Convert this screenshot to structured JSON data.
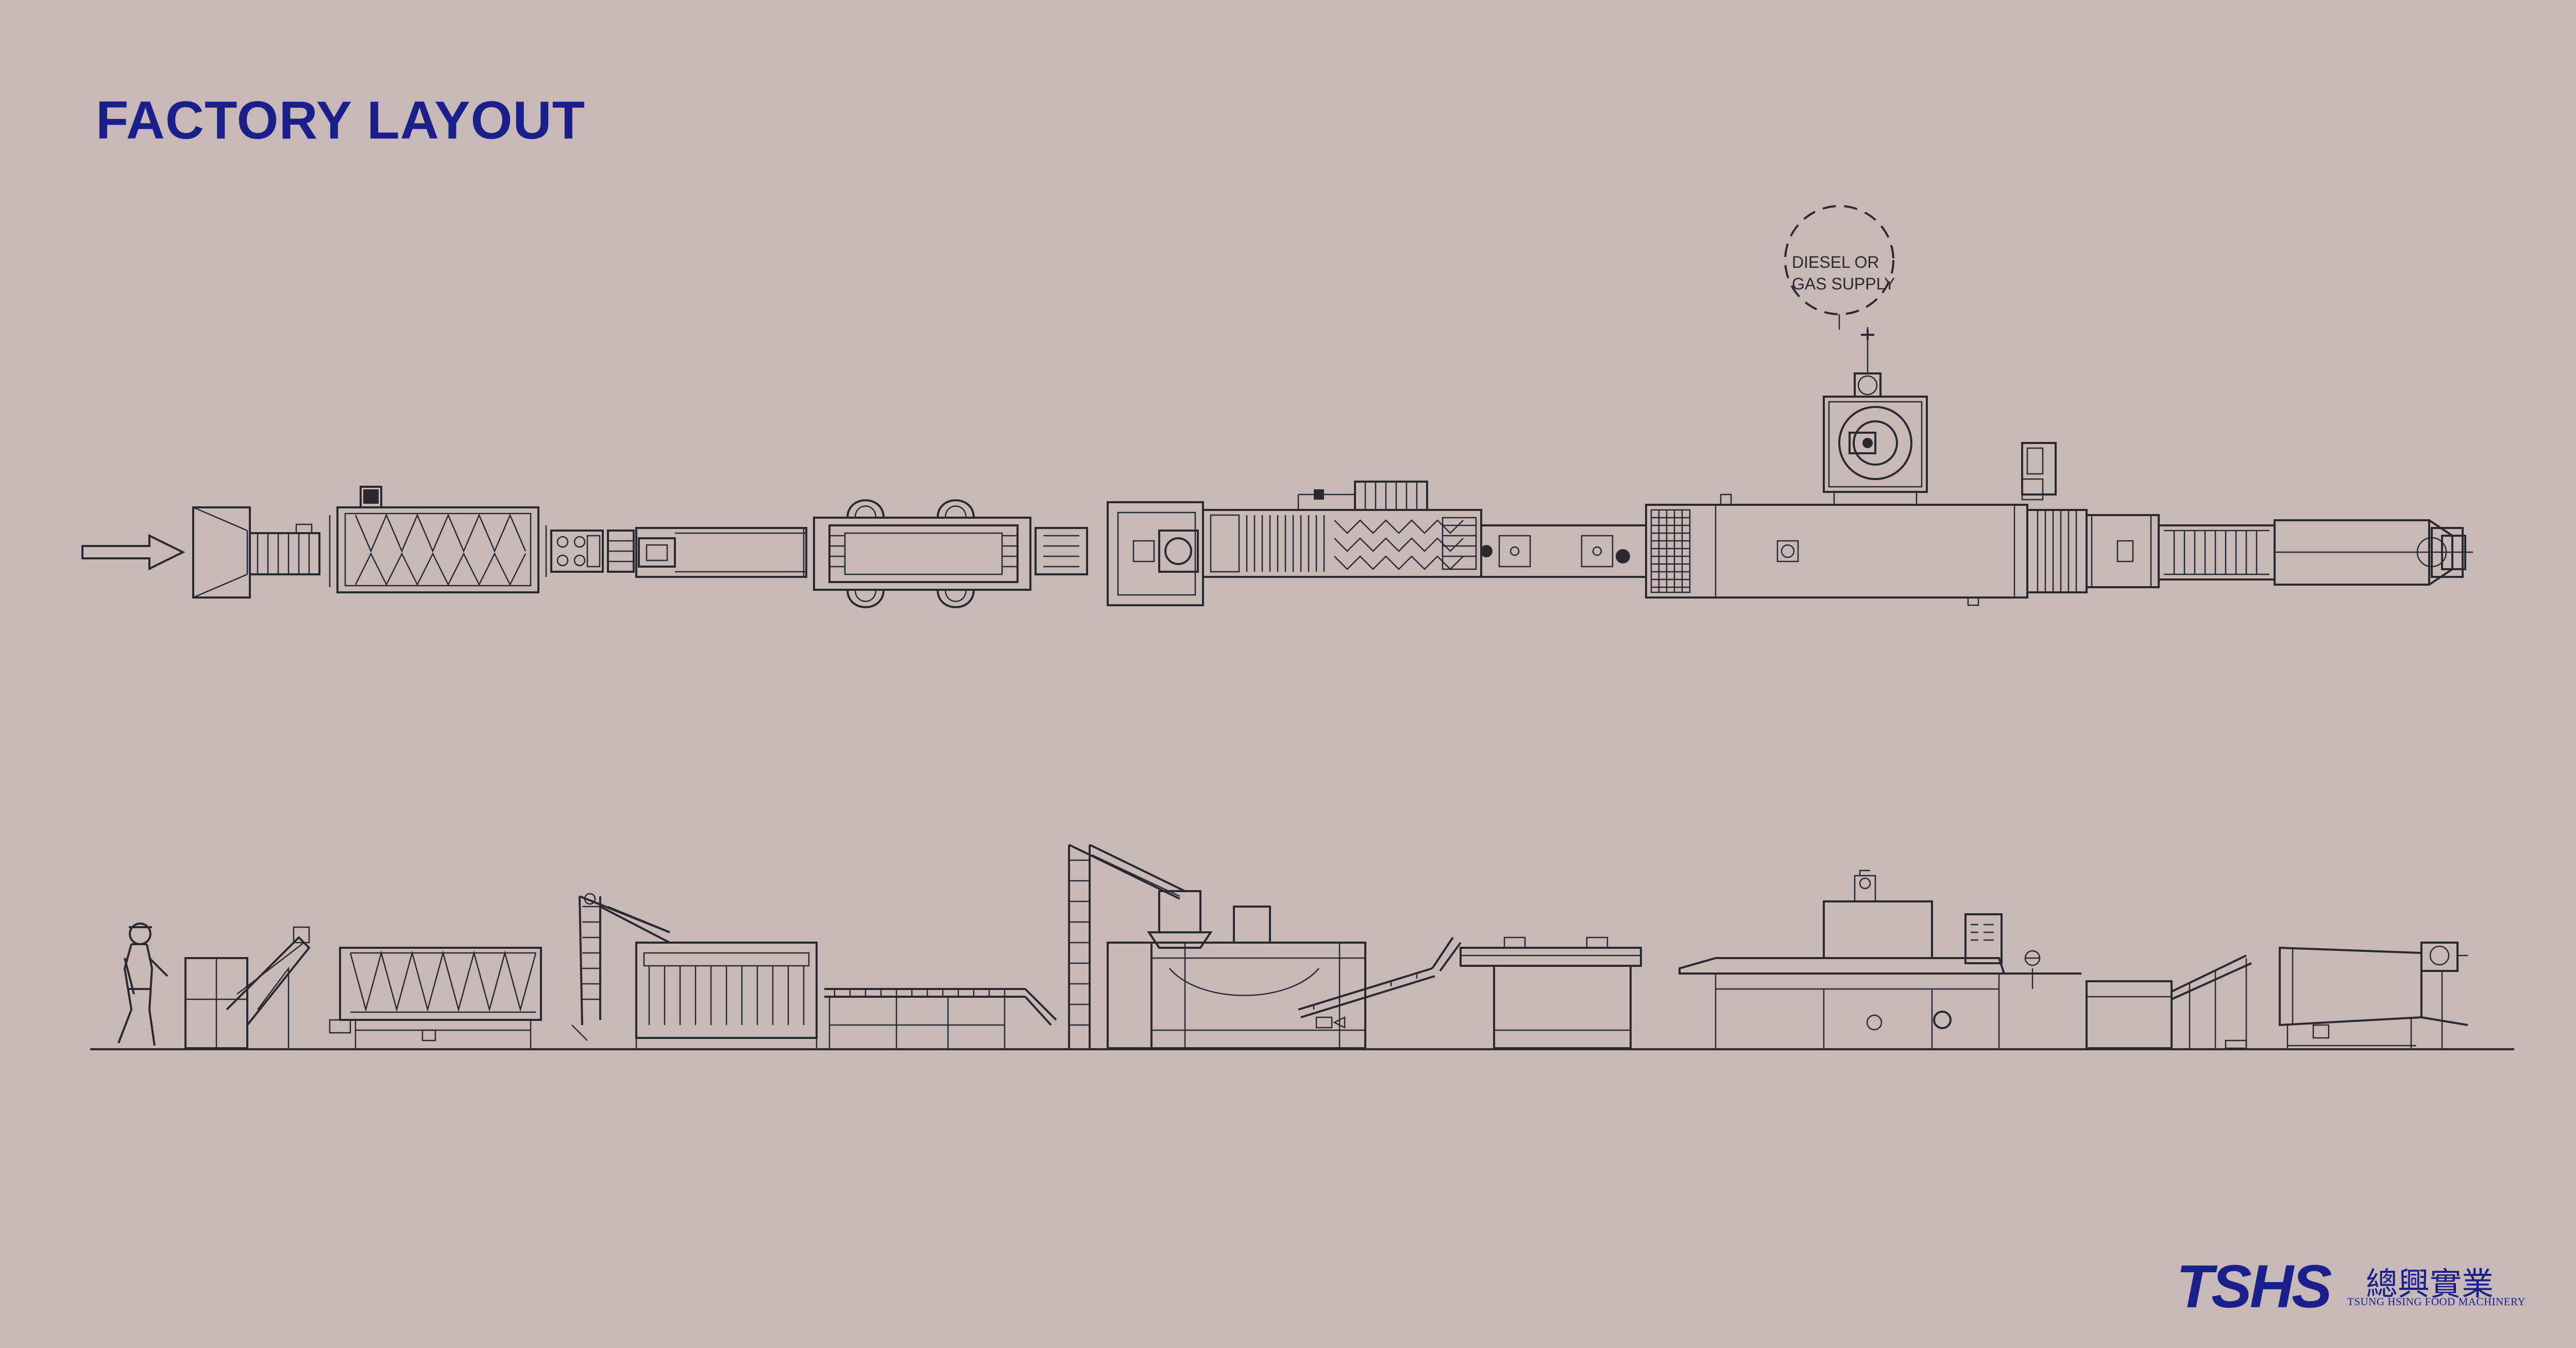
{
  "title": "FACTORY LAYOUT",
  "fuel_note": {
    "line1": "DIESEL OR",
    "line2": "GAS SUPPLY"
  },
  "logo": {
    "brand": "TSHS",
    "chinese": "總興實業",
    "english": "TSUNG HSING FOOD MACHINERY"
  },
  "colors": {
    "background": "#c8b9b9",
    "title_blue": "#1b1f8a",
    "linework": "#2a2a2e"
  }
}
